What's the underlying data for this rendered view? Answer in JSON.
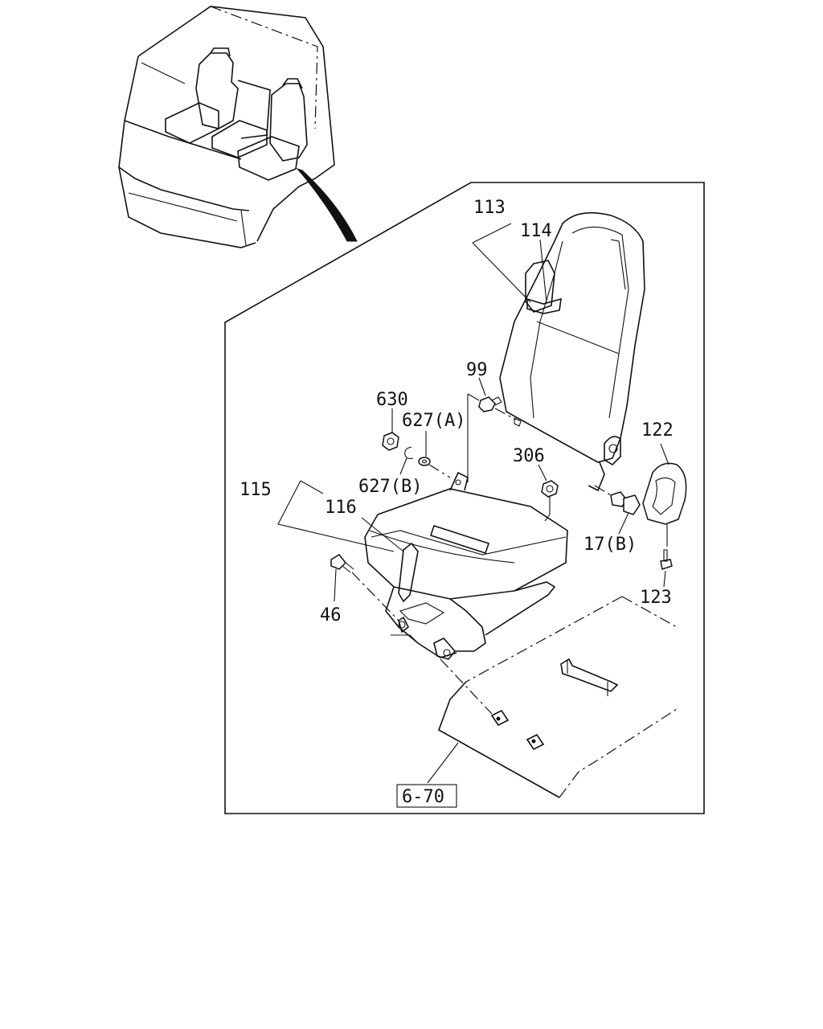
{
  "labels": {
    "p113": "113",
    "p114": "114",
    "p99": "99",
    "p630": "630",
    "p627a": "627(A)",
    "p627b": "627(B)",
    "p306": "306",
    "p122": "122",
    "p115": "115",
    "p116": "116",
    "p17b": "17(B)",
    "p46": "46",
    "p123": "123",
    "ref": "6-70"
  }
}
